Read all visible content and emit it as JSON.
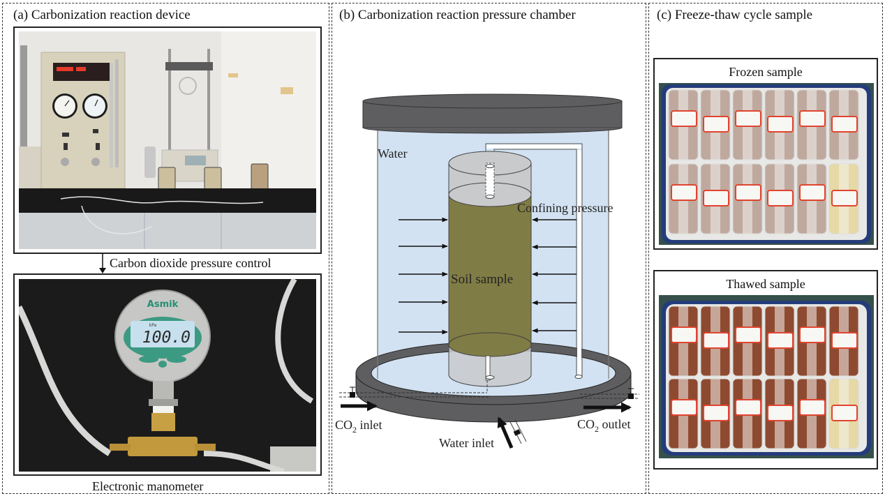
{
  "panels": {
    "a": {
      "title": "(a) Carbonization reaction device",
      "arrow_label": "Carbon dioxide pressure control",
      "bottom_caption": "Electronic manometer",
      "manometer": {
        "brand": "Asmik",
        "unit": "kPa",
        "reading": "100.0"
      }
    },
    "b": {
      "title": "(b) Carbonization reaction pressure chamber",
      "labels": {
        "water": "Water",
        "confining_pressure": "Confining pressure",
        "soil_sample": "Soil sample",
        "co2_inlet_prefix": "CO",
        "co2_inlet_sub": "2",
        "co2_inlet_suffix": " inlet",
        "co2_outlet_prefix": "CO",
        "co2_outlet_sub": "2",
        "co2_outlet_suffix": " outlet",
        "water_inlet": "Water inlet"
      },
      "colors": {
        "water": "#d2e2f2",
        "soil": "#807c45",
        "lid": "#5e5e60",
        "sample_gray": "#c9cacc"
      }
    },
    "c": {
      "title": "(c) Freeze-thaw cycle sample",
      "frozen_caption": "Frozen sample",
      "thawed_caption": "Thawed sample"
    }
  }
}
